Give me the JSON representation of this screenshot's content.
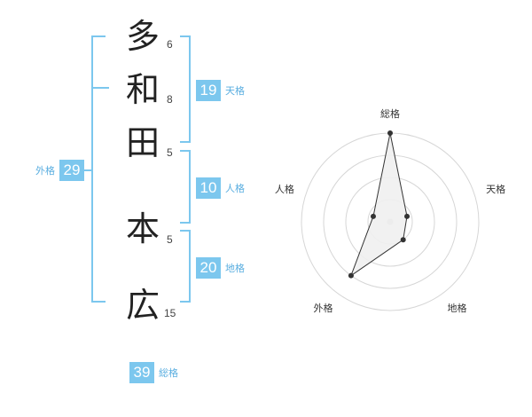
{
  "name": {
    "characters": [
      {
        "char": "多",
        "strokes": "6"
      },
      {
        "char": "和",
        "strokes": "8"
      },
      {
        "char": "田",
        "strokes": "5"
      },
      {
        "char": "本",
        "strokes": "5"
      },
      {
        "char": "広",
        "strokes": "15"
      }
    ]
  },
  "fortune": {
    "tenkaku": {
      "value": "19",
      "label": "天格"
    },
    "jinkaku": {
      "value": "10",
      "label": "人格"
    },
    "chikaku": {
      "value": "20",
      "label": "地格"
    },
    "gaikaku": {
      "value": "29",
      "label": "外格"
    },
    "soukaku": {
      "value": "39",
      "label": "総格"
    }
  },
  "radar": {
    "axes": [
      "総格",
      "天格",
      "地格",
      "外格",
      "人格"
    ],
    "values": [
      1.0,
      0.2,
      0.25,
      0.75,
      0.2
    ],
    "ring_count": 4,
    "accent_color": "#7cc7ee",
    "polygon_fill": "#f0f0f0",
    "line_color": "#333333"
  }
}
